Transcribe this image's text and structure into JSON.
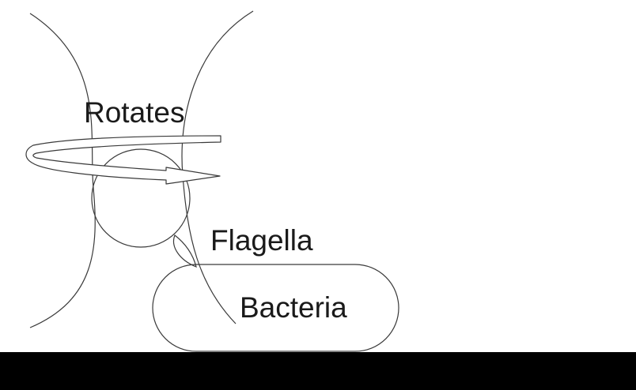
{
  "labels": {
    "rotates": "Rotates",
    "flagella": "Flagella",
    "bacteria": "Bacteria"
  },
  "colors": {
    "stroke": "#3a3a3a",
    "text": "#1a1a1a",
    "ground": "#000000",
    "background": "#ffffff"
  }
}
